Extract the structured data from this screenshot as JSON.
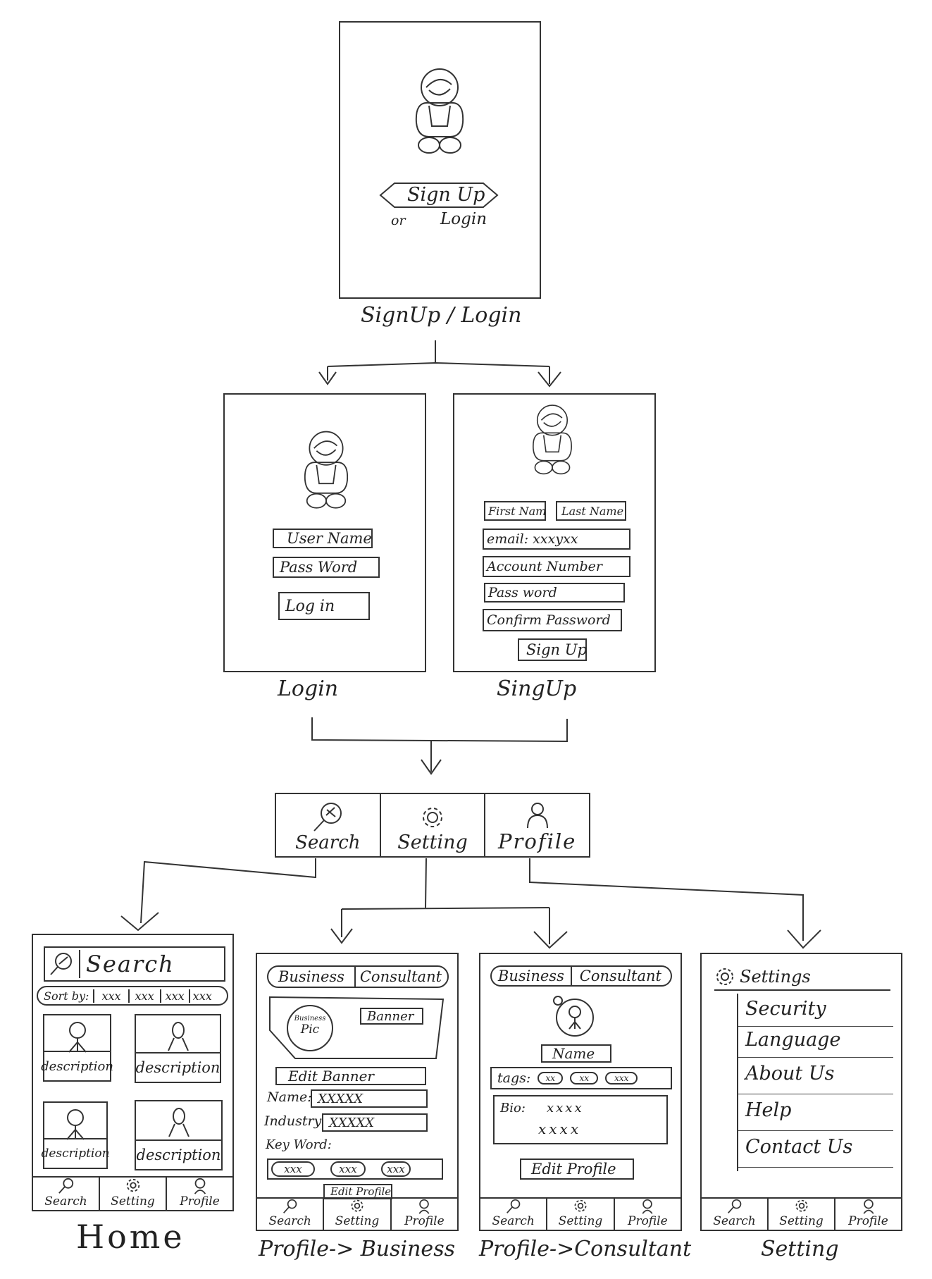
{
  "captions": {
    "signup_login": "SignUp / Login",
    "login": "Login",
    "signup": "SingUp",
    "home": "Home",
    "profile_business": "Profile-> Business",
    "profile_consultant": "Profile->Consultant",
    "setting": "Setting"
  },
  "welcome": {
    "signup_button": "Sign Up",
    "or": "or",
    "login_link": "Login"
  },
  "login_screen": {
    "username": "User Name",
    "password": "Pass Word",
    "login_button": "Log in"
  },
  "signup_screen": {
    "first_name": "First Name",
    "last_name": "Last Name",
    "email": "email: xxxyxx",
    "account_number": "Account Number",
    "password": "Pass word",
    "confirm_password": "Confirm Password",
    "signup_button": "Sign Up"
  },
  "nav_bar": {
    "search": "Search",
    "setting": "Setting",
    "profile": "Profile"
  },
  "home_screen": {
    "search_placeholder": "Search",
    "sort_by": "Sort by:",
    "sort_options": [
      "xxx",
      "xxx",
      "xxx",
      "xxx"
    ],
    "cards": [
      "description",
      "description",
      "description",
      "description"
    ]
  },
  "business_screen": {
    "tab_business": "Business",
    "tab_consultant": "Consultant",
    "pic_label_small": "Business",
    "pic_label": "Pic",
    "banner": "Banner",
    "edit_banner": "Edit Banner",
    "name_label": "Name:",
    "name_value": "XXXXX",
    "industry_label": "Industry:",
    "industry_value": "XXXXX",
    "keyword_label": "Key Word:",
    "keywords": [
      "xxx",
      "xxx",
      "xxx"
    ],
    "edit_profile": "Edit Profile"
  },
  "consultant_screen": {
    "tab_business": "Business",
    "tab_consultant": "Consultant",
    "name": "Name",
    "tags_label": "tags:",
    "tags": [
      "xx",
      "xx",
      "xxx"
    ],
    "bio_label": "Bio:",
    "bio_line1": "xxxx",
    "bio_line2": "xxxx",
    "edit_profile": "Edit Profile"
  },
  "settings_screen": {
    "title": "Settings",
    "items": [
      "Security",
      "Language",
      "About Us",
      "Help",
      "Contact Us"
    ]
  },
  "tab_labels": {
    "search": "Search",
    "setting": "Setting",
    "profile": "Profile"
  }
}
